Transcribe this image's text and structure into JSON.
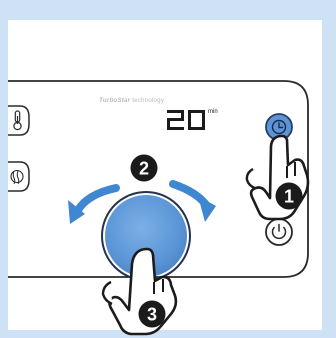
{
  "brand": {
    "name": "TurboStar",
    "suffix": "technology"
  },
  "display": {
    "time_value": "20",
    "time_unit": "min"
  },
  "steps": {
    "step1": "1",
    "step2": "2",
    "step3": "3"
  },
  "buttons": {
    "left_top_icon": "thermometer-icon",
    "left_bottom_icon": "steam-icon",
    "timer_icon": "clock-icon",
    "power_icon": "power-icon"
  },
  "colors": {
    "frame": "#cfe1f4",
    "accent_blue": "#5b95d6",
    "accent_blue_dark": "#2a3f66",
    "arrow_blue": "#3f87d1",
    "badge_dark": "#1b1b1b"
  }
}
